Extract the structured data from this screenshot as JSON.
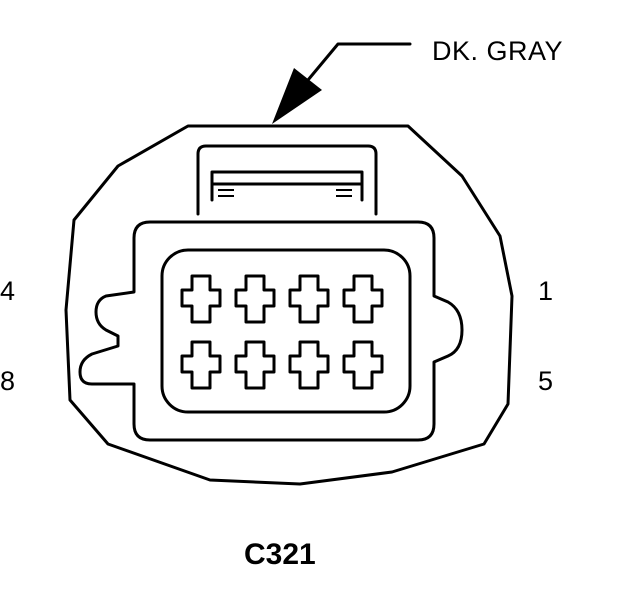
{
  "connector": {
    "id": "C321",
    "color_label": "DK. GRAY",
    "pin_labels": {
      "top_left": "4",
      "bottom_left": "8",
      "top_right": "1",
      "bottom_right": "5"
    },
    "pin_count": 8
  },
  "colors": {
    "line": "#000000",
    "background": "#ffffff"
  }
}
